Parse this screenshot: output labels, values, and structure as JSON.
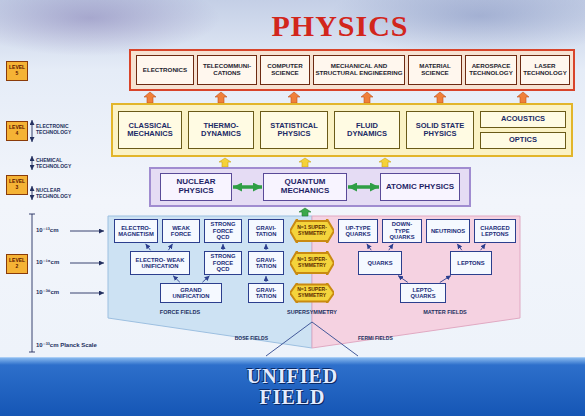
{
  "diagram": {
    "title": "PHYSICS",
    "nodes": [
      {
        "text": [
          "LEVEL 5"
        ]
      },
      {
        "text": [
          "ELECTRONICS"
        ]
      },
      {
        "text": [
          "TELECOMMUNI- CATIONS"
        ]
      },
      {
        "text": [
          "COMPUTER SCIENCE"
        ]
      },
      {
        "text": [
          "MECHANICAL AND STRUCTURAL ENGINEERING"
        ]
      },
      {
        "text": [
          "MATERIAL SCIENCE"
        ]
      },
      {
        "text": [
          "AEROSPACE TECHNOLOGY"
        ]
      },
      {
        "text": [
          "LASER TECHNOLOGY"
        ]
      },
      {
        "text": [
          "LEVEL 4"
        ]
      },
      {
        "text": [
          "CLASSICAL MECHANICS"
        ]
      },
      {
        "text": [
          "THERMO- DYNAMICS"
        ]
      },
      {
        "text": [
          "STATISTICAL PHYSICS"
        ]
      },
      {
        "text": [
          "FLUID DYNAMICS"
        ]
      },
      {
        "text": [
          "SOLID STATE PHYSICS"
        ]
      },
      {
        "text": [
          "ACOUSTICS"
        ]
      },
      {
        "text": [
          "OPTICS"
        ]
      },
      {
        "text": [
          "LEVEL 3"
        ]
      },
      {
        "text": [
          "NUCLEAR PHYSICS"
        ]
      },
      {
        "text": [
          "QUANTUM MECHANICS"
        ]
      },
      {
        "text": [
          "ATOMIC PHYSICS"
        ]
      },
      {
        "text": [
          "LEVEL 2"
        ]
      },
      {
        "text": [
          "ELECTRO- MAGNETISM"
        ]
      },
      {
        "text": [
          "WEAK FORCE"
        ]
      },
      {
        "text": [
          "STRONG FORCE QCD"
        ]
      },
      {
        "text": [
          "GRAVI- TATION"
        ]
      },
      {
        "text": [
          "N=1 SUPER- SYMMETRY"
        ]
      },
      {
        "text": [
          "UP-TYPE QUARKS"
        ]
      },
      {
        "text": [
          "DOWN- TYPE QUARKS"
        ]
      },
      {
        "text": [
          "NEUTRINOS"
        ]
      },
      {
        "text": [
          "CHARGED LEPTONS"
        ]
      },
      {
        "text": [
          "ELECTRO- WEAK UNIFICATION"
        ]
      },
      {
        "text": [
          "STRONG FORCE QCD"
        ]
      },
      {
        "text": [
          "GRAVI- TATION"
        ]
      },
      {
        "text": [
          "N=1 SUPER- SYMMETRY"
        ]
      },
      {
        "text": [
          "QUARKS"
        ]
      },
      {
        "text": [
          "LEPTONS"
        ]
      },
      {
        "text": [
          "GRAND UNIFICATION"
        ]
      },
      {
        "text": [
          "GRAVI- TATION"
        ]
      },
      {
        "text": [
          "N=1 SUPER- SYMMETRY"
        ]
      },
      {
        "text": [
          "LEPTO- QUARKS"
        ]
      },
      {
        "text": [
          "UNIFIED FIELD"
        ]
      }
    ],
    "edges": [
      {
        "from": 17,
        "to": 18,
        "arrow": "both"
      },
      {
        "from": 18,
        "to": 19,
        "arrow": "both"
      },
      {
        "from": 30,
        "to": 21,
        "arrow": "to"
      },
      {
        "from": 30,
        "to": 22,
        "arrow": "to"
      },
      {
        "from": 31,
        "to": 23,
        "arrow": "to"
      },
      {
        "from": 32,
        "to": 24,
        "arrow": "to"
      },
      {
        "from": 36,
        "to": 30,
        "arrow": "to"
      },
      {
        "from": 36,
        "to": 31,
        "arrow": "to"
      },
      {
        "from": 37,
        "to": 32,
        "arrow": "to"
      },
      {
        "from": 34,
        "to": 26,
        "arrow": "to"
      },
      {
        "from": 34,
        "to": 27,
        "arrow": "to"
      },
      {
        "from": 35,
        "to": 28,
        "arrow": "to"
      },
      {
        "from": 35,
        "to": 29,
        "arrow": "to"
      },
      {
        "from": 39,
        "to": 34,
        "arrow": "to"
      },
      {
        "from": 39,
        "to": 35,
        "arrow": "to"
      }
    ],
    "labels": [
      "ELECTRONIC TECHNOLOGY",
      "CHEMICAL TECHNOLOGY",
      "NUCLEAR TECHNOLOGY",
      "10⁻¹³cm",
      "10⁻¹⁶cm",
      "10⁻³⁰cm",
      "10⁻³³cm Planck Scale",
      "FORCE FIELDS",
      "SUPERSYMMETRY",
      "MATTER FIELDS",
      "BOSE FIELDS",
      "FERMI FIELDS"
    ]
  }
}
